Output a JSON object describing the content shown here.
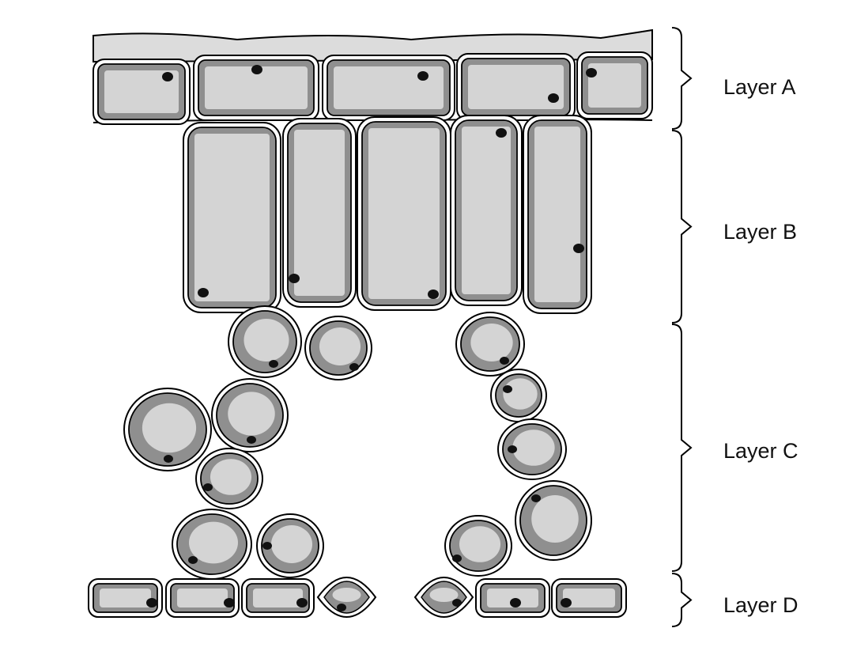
{
  "title": "Leaf cross-section layers",
  "layers": [
    {
      "label": "Layer A"
    },
    {
      "label": "Layer B"
    },
    {
      "label": "Layer C"
    },
    {
      "label": "Layer D"
    }
  ],
  "colors": {
    "cuticle": "#dcdcdc",
    "cytoplasm": "#8f8f8f",
    "vacuole": "#d4d4d4",
    "nucleus": "#111111",
    "outline": "#000000"
  }
}
